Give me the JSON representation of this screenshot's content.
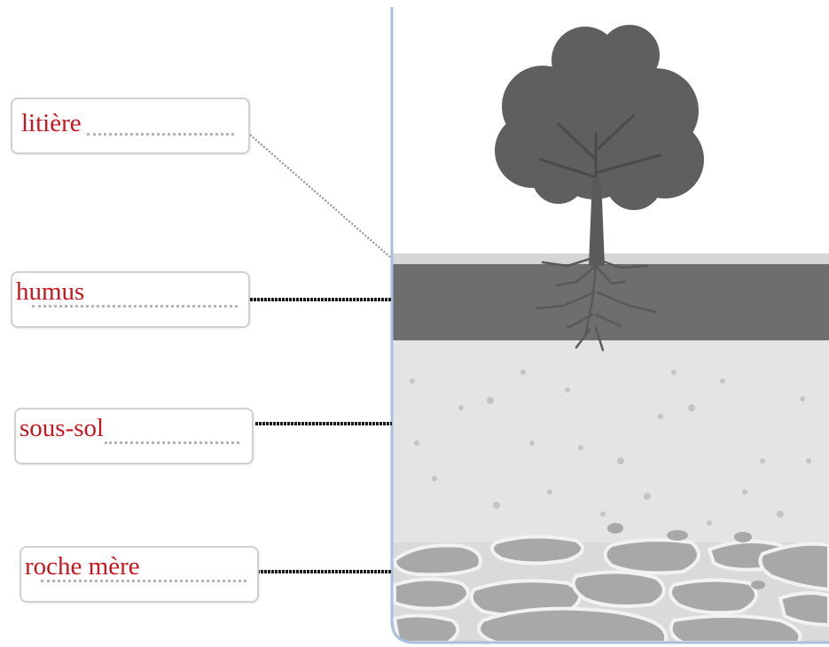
{
  "labels": [
    {
      "text": "litière"
    },
    {
      "text": "humus"
    },
    {
      "text": "sous-sol"
    },
    {
      "text": "roche mère"
    }
  ],
  "colors": {
    "label_text": "#c8161e",
    "box_border": "#d0d0d0",
    "panel_border": "#a9c0dc",
    "humus_band": "#6e6e6e",
    "subsoil": "#e2e2e2",
    "rock": "#a6a6a6",
    "tree": "#5f5f5f"
  }
}
